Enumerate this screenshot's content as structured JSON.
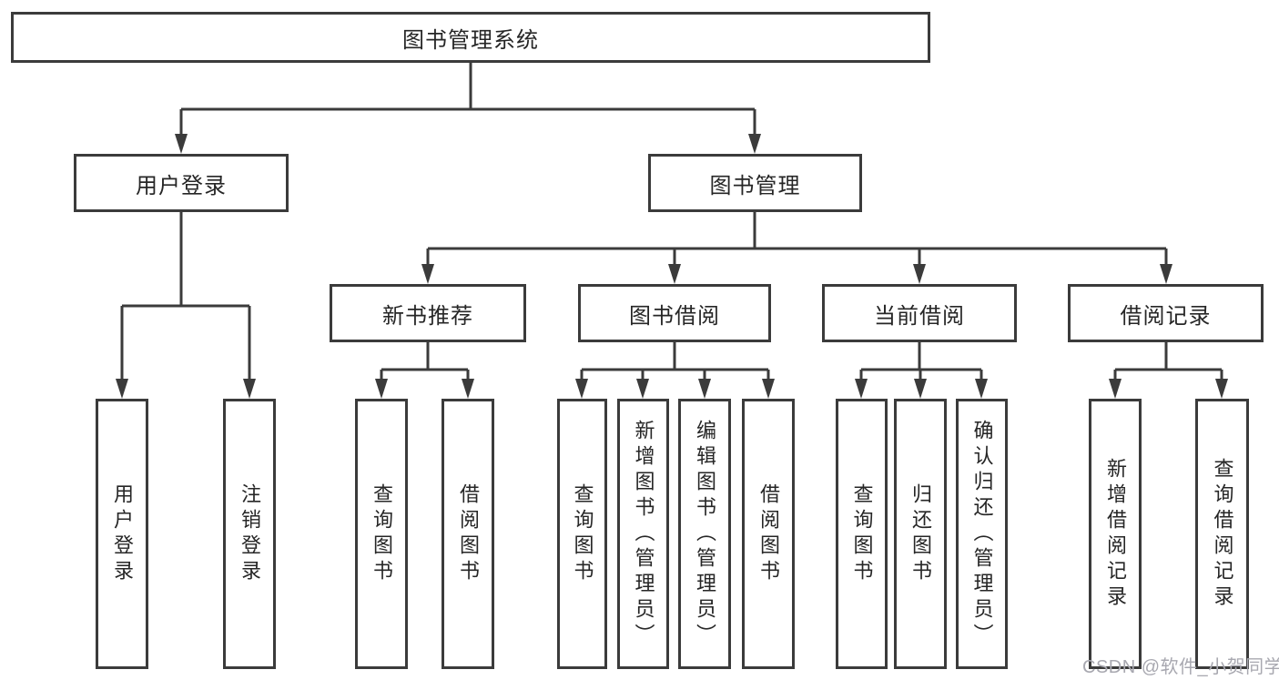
{
  "diagram_title": "图书管理系统",
  "nodes": {
    "root": "图书管理系统",
    "userLogin": "用户登录",
    "bookMgmt": "图书管理",
    "newBookRec": "新书推荐",
    "bookBorrow": "图书借阅",
    "currentBorrow": "当前借阅",
    "borrowRecords": "借阅记录",
    "leafUserLogin": "用户登录",
    "leafLogout": "注销登录",
    "leafQueryBooks1": "查询图书",
    "leafBorrowBooks1": "借阅图书",
    "leafQueryBooks2": "查询图书",
    "leafAddBook": "新增图书（管理员）",
    "leafEditBook": "编辑图书（管理员）",
    "leafBorrowBooks2": "借阅图书",
    "leafQueryBooks3": "查询图书",
    "leafReturnBook": "归还图书",
    "leafConfirmReturn": "确认归还（管理员）",
    "leafAddRecord": "新增借阅记录",
    "leafQueryRecord": "查询借阅记录"
  },
  "hierarchy": {
    "图书管理系统": {
      "用户登录": [
        "用户登录",
        "注销登录"
      ],
      "图书管理": {
        "新书推荐": [
          "查询图书",
          "借阅图书"
        ],
        "图书借阅": [
          "查询图书",
          "新增图书（管理员）",
          "编辑图书（管理员）",
          "借阅图书"
        ],
        "当前借阅": [
          "查询图书",
          "归还图书",
          "确认归还（管理员）"
        ],
        "借阅记录": [
          "新增借阅记录",
          "查询借阅记录"
        ]
      }
    }
  },
  "watermark": {
    "text": "CSDN @软件_小贺同学"
  },
  "colors": {
    "line": "#3b3b3b",
    "box_border": "#3b3b3b",
    "text": "#262626",
    "background": "#ffffff",
    "watermark": "#a8a8b0"
  }
}
